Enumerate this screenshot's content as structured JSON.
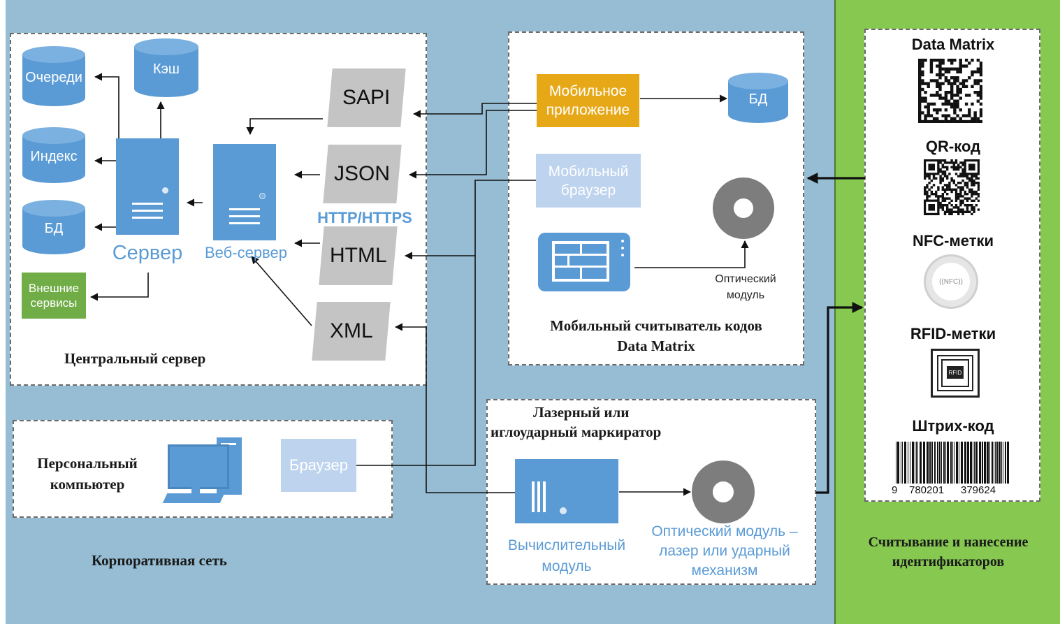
{
  "colors": {
    "background_blue": "#96bdd3",
    "background_green": "#86c850",
    "node_blue": "#5b9bd5",
    "node_gray": "#c4c4c4",
    "mobile_app_orange": "#e6a817",
    "external_green": "#70ad47"
  },
  "central_server": {
    "caption": "Центральный сервер",
    "db_queues": "Очереди",
    "db_cache": "Кэш",
    "db_index": "Индекс",
    "db_main": "БД",
    "external_services": "Внешние сервисы",
    "server_label": "Сервер",
    "web_server_label": "Веб-сервер",
    "protocol_label": "HTTP/HTTPS",
    "formats": [
      "SAPI",
      "JSON",
      "HTML",
      "XML"
    ]
  },
  "mobile_reader": {
    "caption_line1": "Мобильный считыватель кодов",
    "caption_line2": "Data Matrix",
    "mobile_app": "Мобильное приложение",
    "mobile_browser": "Мобильный браузер",
    "db": "БД",
    "optical_module": "Оптический модуль",
    "icons": [
      "tablet-icon",
      "optical-ring-icon"
    ]
  },
  "corporate_network": {
    "caption": "Корпоративная сеть",
    "pc_label": "Персональный компьютер",
    "browser_label": "Браузер",
    "icons": [
      "desktop-computer-icon"
    ]
  },
  "marker": {
    "caption_line1": "Лазерный или",
    "caption_line2": "иглоударный маркиратор",
    "compute_module": "Вычислительный модуль",
    "optical_module": "Оптический модуль – лазер или ударный механизм"
  },
  "identifiers": {
    "caption": "Считывание и нанесение идентификаторов",
    "data_matrix": "Data Matrix",
    "qr": "QR-код",
    "nfc": "NFC-метки",
    "nfc_icon_text": "((NFC))",
    "rfid": "RFID-метки",
    "rfid_icon_text": "RFID",
    "barcode": "Штрих-код",
    "barcode_digits": [
      "9",
      "780201",
      "379624"
    ]
  }
}
